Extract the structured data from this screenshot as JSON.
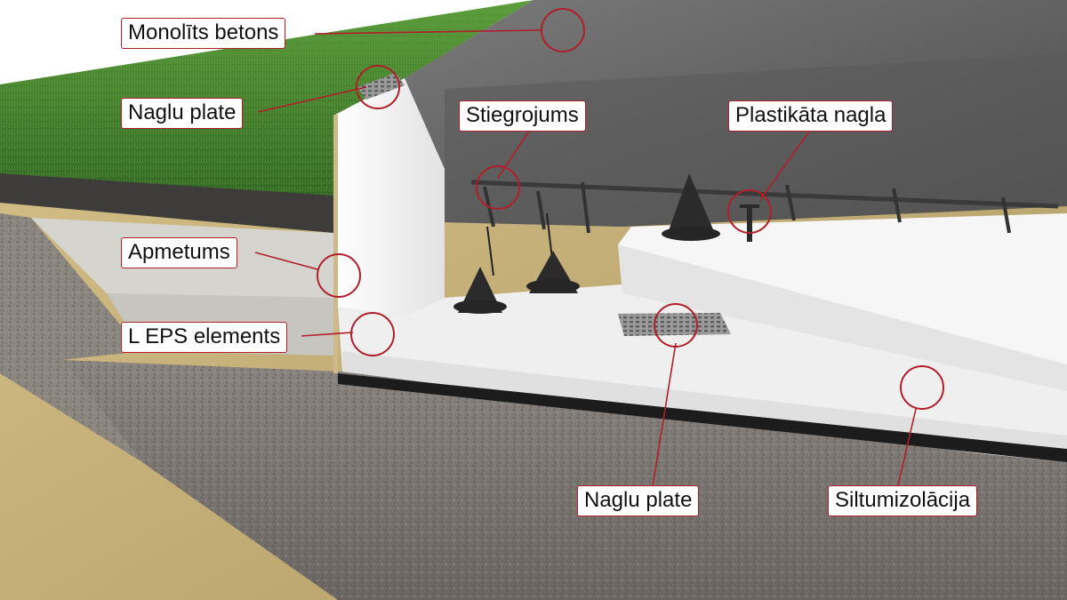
{
  "labels": {
    "monolits_betons": "Monolīts betons",
    "naglu_plate_top": "Naglu plate",
    "stiegrojums": "Stiegrojums",
    "plastikata_nagla": "Plastikāta nagla",
    "apmetums": "Apmetums",
    "l_eps_elements": "L EPS elements",
    "naglu_plate_bottom": "Naglu plate",
    "siltumizolacija": "Siltumizolācija"
  },
  "colors": {
    "callout": "#b01e2a",
    "grass": "#3f7a2c",
    "concrete": "#5f5f5f",
    "eps": "#f1f1f1",
    "gravel": "#7d7773",
    "soil": "#c3ad78",
    "plaster": "#cfcdc8",
    "membrane": "#1c1c1c",
    "rebar": "#3a3a3a"
  }
}
